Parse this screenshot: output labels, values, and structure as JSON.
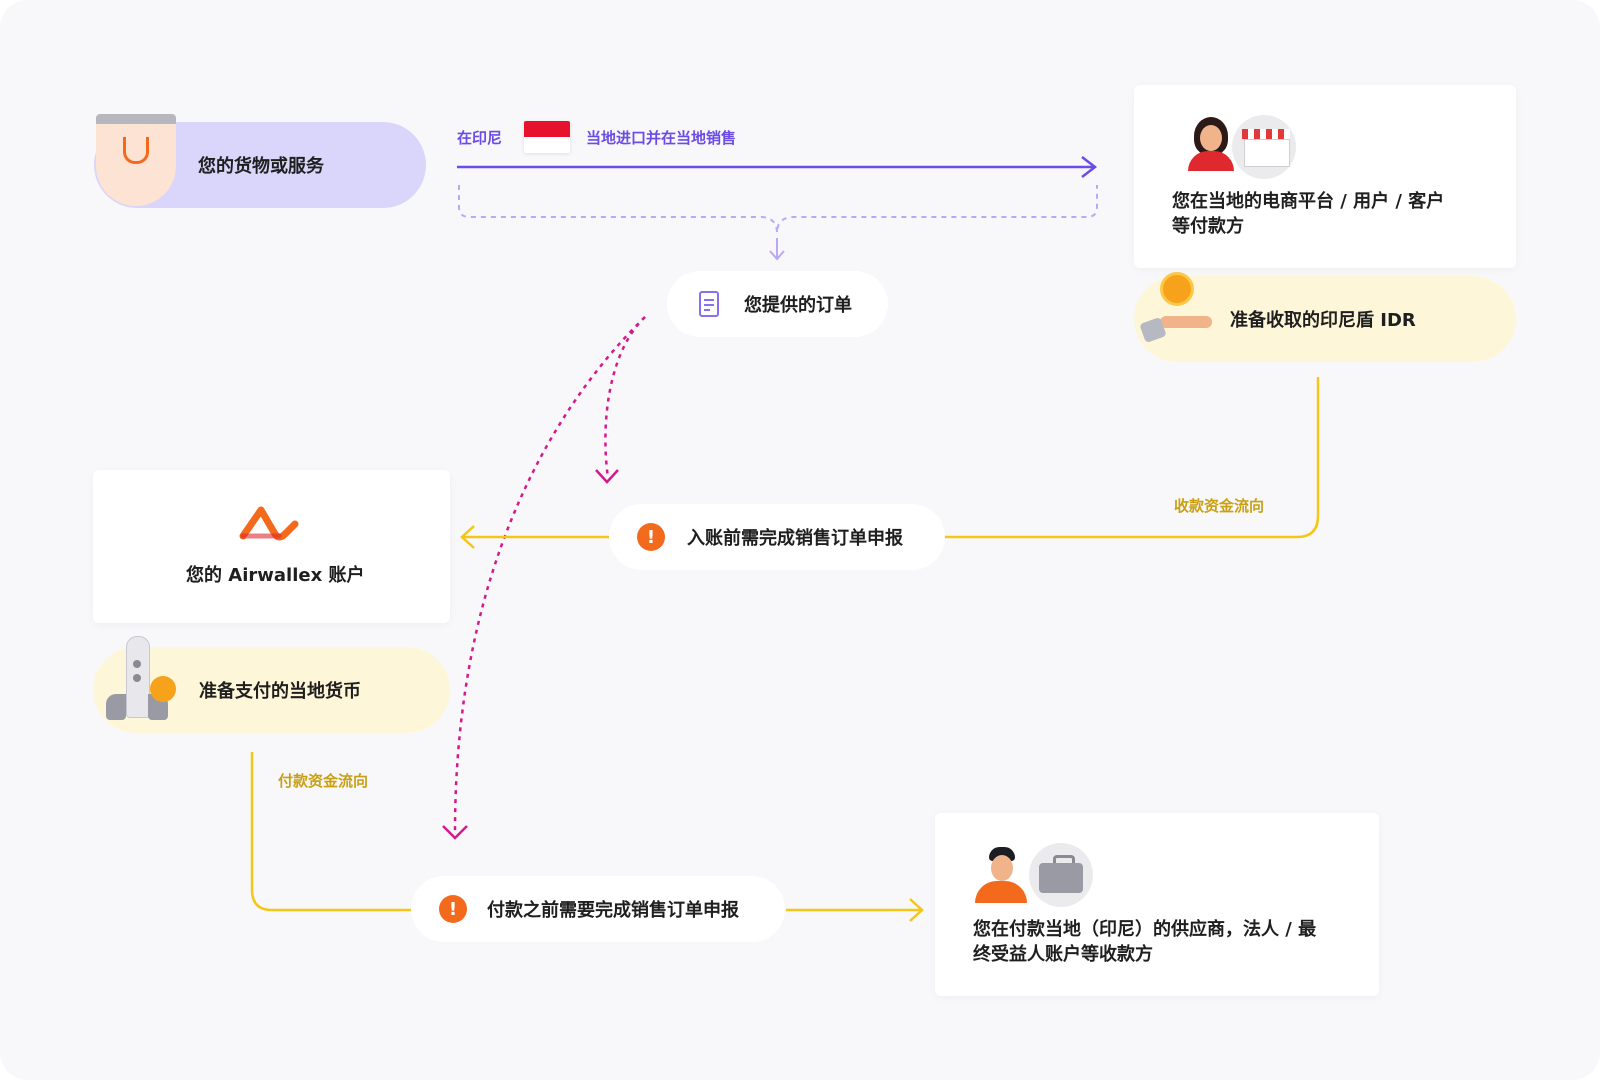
{
  "goods": {
    "label": "您的货物或服务",
    "icon": "shopping-bag-icon"
  },
  "import_route": {
    "prefix": "在印尼",
    "flag": "indonesia-flag-icon",
    "suffix": "当地进口并在当地销售",
    "color": "#6b4ce6"
  },
  "payer": {
    "line1": "您在当地的电商平台 / 用户 / 客户",
    "line2": "等付款方",
    "icons": [
      "woman-avatar-icon",
      "storefront-icon"
    ]
  },
  "order": {
    "label": "您提供的订单",
    "icon": "document-icon"
  },
  "collect_currency": {
    "label": "准备收取的印尼盾 IDR",
    "icon": "hand-coin-icon"
  },
  "incoming_flow": {
    "label": "收款资金流向",
    "color": "#f5c518"
  },
  "declaration_in": {
    "label": "入账前需完成销售订单申报",
    "icon": "warning-icon",
    "accent": "#f46a1c"
  },
  "account": {
    "label": "您的 Airwallex 账户",
    "icon": "airwallex-logo-icon",
    "brand": "#f46a1c"
  },
  "pay_currency": {
    "label": "准备支付的当地货币",
    "icon": "rocket-coin-icon"
  },
  "outgoing_flow": {
    "label": "付款资金流向",
    "color": "#f5c518"
  },
  "declaration_out": {
    "label": "付款之前需要完成销售订单申报",
    "icon": "warning-icon",
    "accent": "#f46a1c"
  },
  "payee": {
    "line1": "您在付款当地（印尼）的供应商，法人 / 最",
    "line2": "终受益人账户等收款方",
    "icons": [
      "man-avatar-icon",
      "briefcase-icon"
    ]
  },
  "colors": {
    "lavender_pill": "#d9d5fb",
    "cream_pill": "#fef6d8",
    "magenta_dashed": "#d6188f",
    "purple_dashed": "#b9a8f5"
  }
}
